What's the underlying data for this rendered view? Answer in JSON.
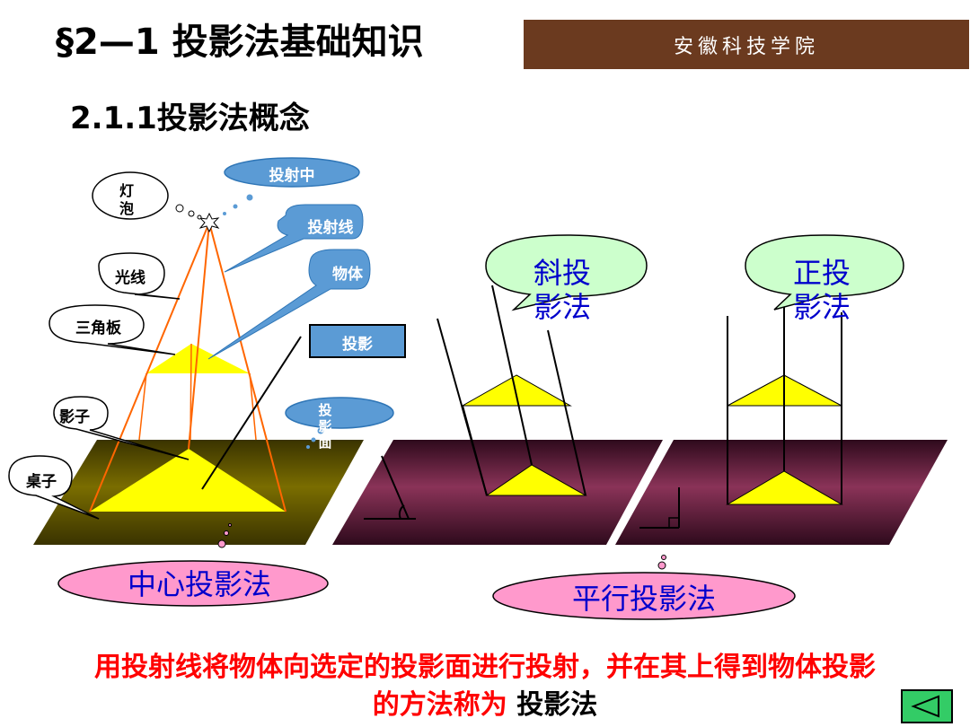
{
  "header": {
    "title": "§2—1 投影法基础知识",
    "school": "安徽科技学院",
    "subtitle": "2.1.1投影法概念"
  },
  "diagram": {
    "labels": {
      "bulb": "灯泡",
      "projection_center": "投射中",
      "projection_line": "投射线",
      "object": "物体",
      "light": "光线",
      "triangle_board": "三角板",
      "projection": "投影",
      "projection_plane": "投影面",
      "shadow": "影子",
      "table": "桌子"
    },
    "methods": {
      "oblique": "斜投影法",
      "orthogonal": "正投影法",
      "central": "中心投影法",
      "parallel": "平行投影法"
    }
  },
  "footer": {
    "definition": "用投射线将物体向选定的投影面进行投射，并在其上得到物体投影",
    "definition_tail": "的方法称为",
    "term": "投影法"
  },
  "colors": {
    "school_bar": "#6b3a1f",
    "triangle": "#ffff00",
    "central_plane": "#6b6000",
    "parallel_plane": "#6e1f3f",
    "ray": "#ff6600",
    "callout_blue": "#5b9bd5",
    "cloud_pink": "#ff99cc",
    "callout_green": "#ccffcc",
    "method_text": "#0000cc",
    "nav_button": "#33cc66"
  },
  "nav": {
    "back_icon": "triangle-left-icon"
  }
}
